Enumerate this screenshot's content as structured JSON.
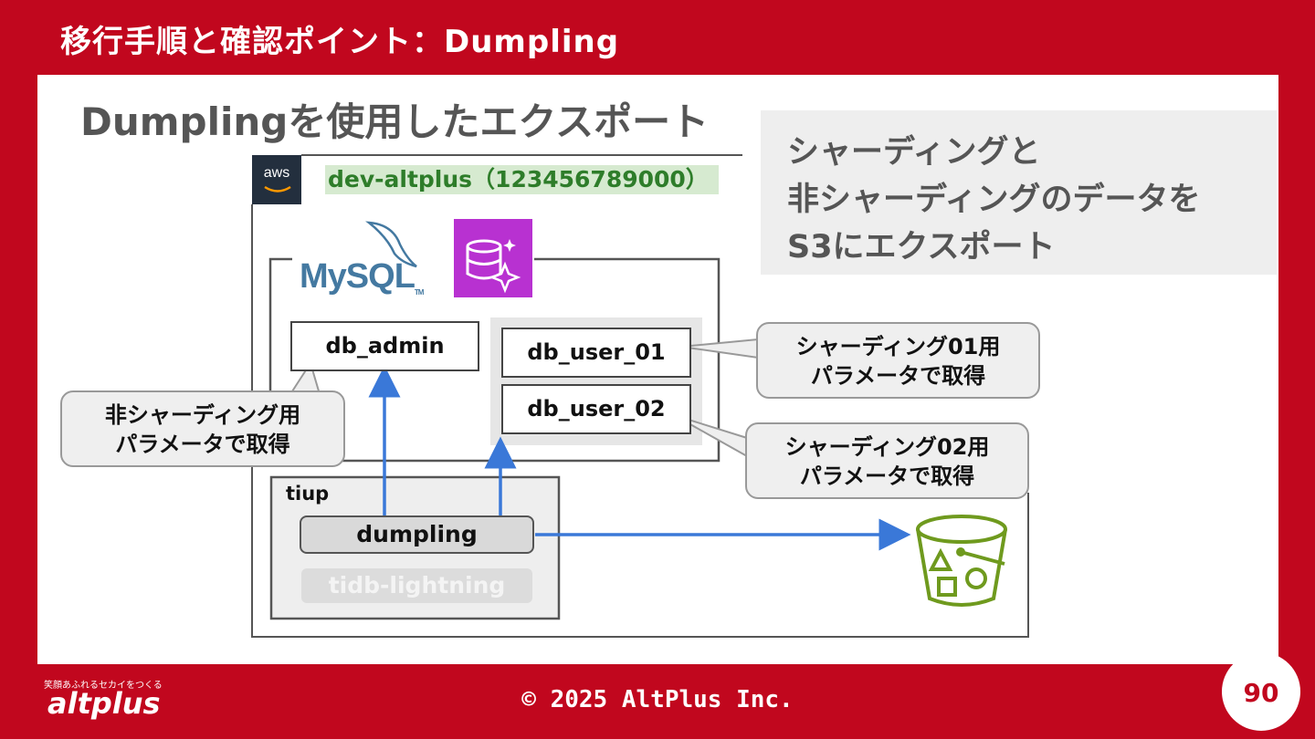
{
  "slide": {
    "title": "移行手順と確認ポイント：Dumpling",
    "heading": "Dumplingを使用したエクスポート",
    "page_number": "90",
    "copyright": "© 2025 AltPlus Inc.",
    "brand": "altplus",
    "brand_tagline": "笑顔あふれるセカイをつくる"
  },
  "callout": {
    "lines": [
      "シャーディングと",
      "非シャーディングのデータを",
      "S3にエクスポート"
    ]
  },
  "diagram": {
    "aws_logo_text": "aws",
    "account_label": "dev-altplus（123456789000）",
    "mysql_label": "MySQL",
    "mysql_tm": "TM",
    "databases": {
      "admin": "db_admin",
      "user_01": "db_user_01",
      "user_02": "db_user_02"
    },
    "tiup_label": "tiup",
    "dumpling_label": "dumpling",
    "lightning_label": "tidb-lightning",
    "bubbles": {
      "non_sharding": [
        "非シャーディング用",
        "パラメータで取得"
      ],
      "sharding_01": [
        "シャーディング01用",
        "パラメータで取得"
      ],
      "sharding_02": [
        "シャーディング02用",
        "パラメータで取得"
      ]
    },
    "colors": {
      "brand_red": "#c1071e",
      "arrow_blue": "#3a78d8",
      "s3_green": "#6f9a1e",
      "rds_purple": "#b831d1"
    }
  }
}
